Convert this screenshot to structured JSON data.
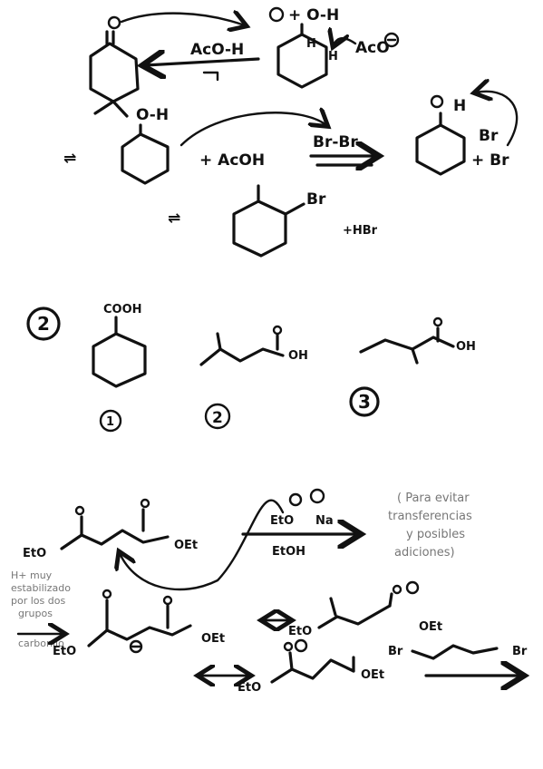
{
  "labels": {
    "acoh_top": "AcO-H",
    "plus_oh": "+ O-H",
    "h_small": "H",
    "h_prime": "H",
    "aco_anion": "AcO",
    "enol_oh": "O-H",
    "plus_acoh": "+ AcOH",
    "br_br": "Br-Br",
    "br_right": "Br",
    "br_minus": "+ Br",
    "br_product": "Br",
    "hbr": "+HBr",
    "cooh": "COOH",
    "oh_2": "OH",
    "oh_3": "OH",
    "eto_left": "EtO",
    "oet_left": "OEt",
    "eto_na": "EtO",
    "na": "Na",
    "etoh": "EtOH",
    "eto_mid": "EtO",
    "oet_mid": "OEt",
    "eto_right": "EtO",
    "oet_right": "OEt",
    "eto_bottom": "EtO",
    "oet_bottom": "OEt",
    "br_chain_left": "Br",
    "br_chain_right": "Br"
  },
  "numbers": {
    "problem": "2",
    "c1": "1",
    "c2": "2",
    "c3": "3"
  },
  "notes": {
    "right": [
      "( Para evitar",
      "transferencias",
      "y posibles",
      "adiciones)"
    ],
    "left": [
      "H+ muy",
      "estabilizado",
      "por los dos",
      "grupos",
      "carbonilo"
    ]
  }
}
